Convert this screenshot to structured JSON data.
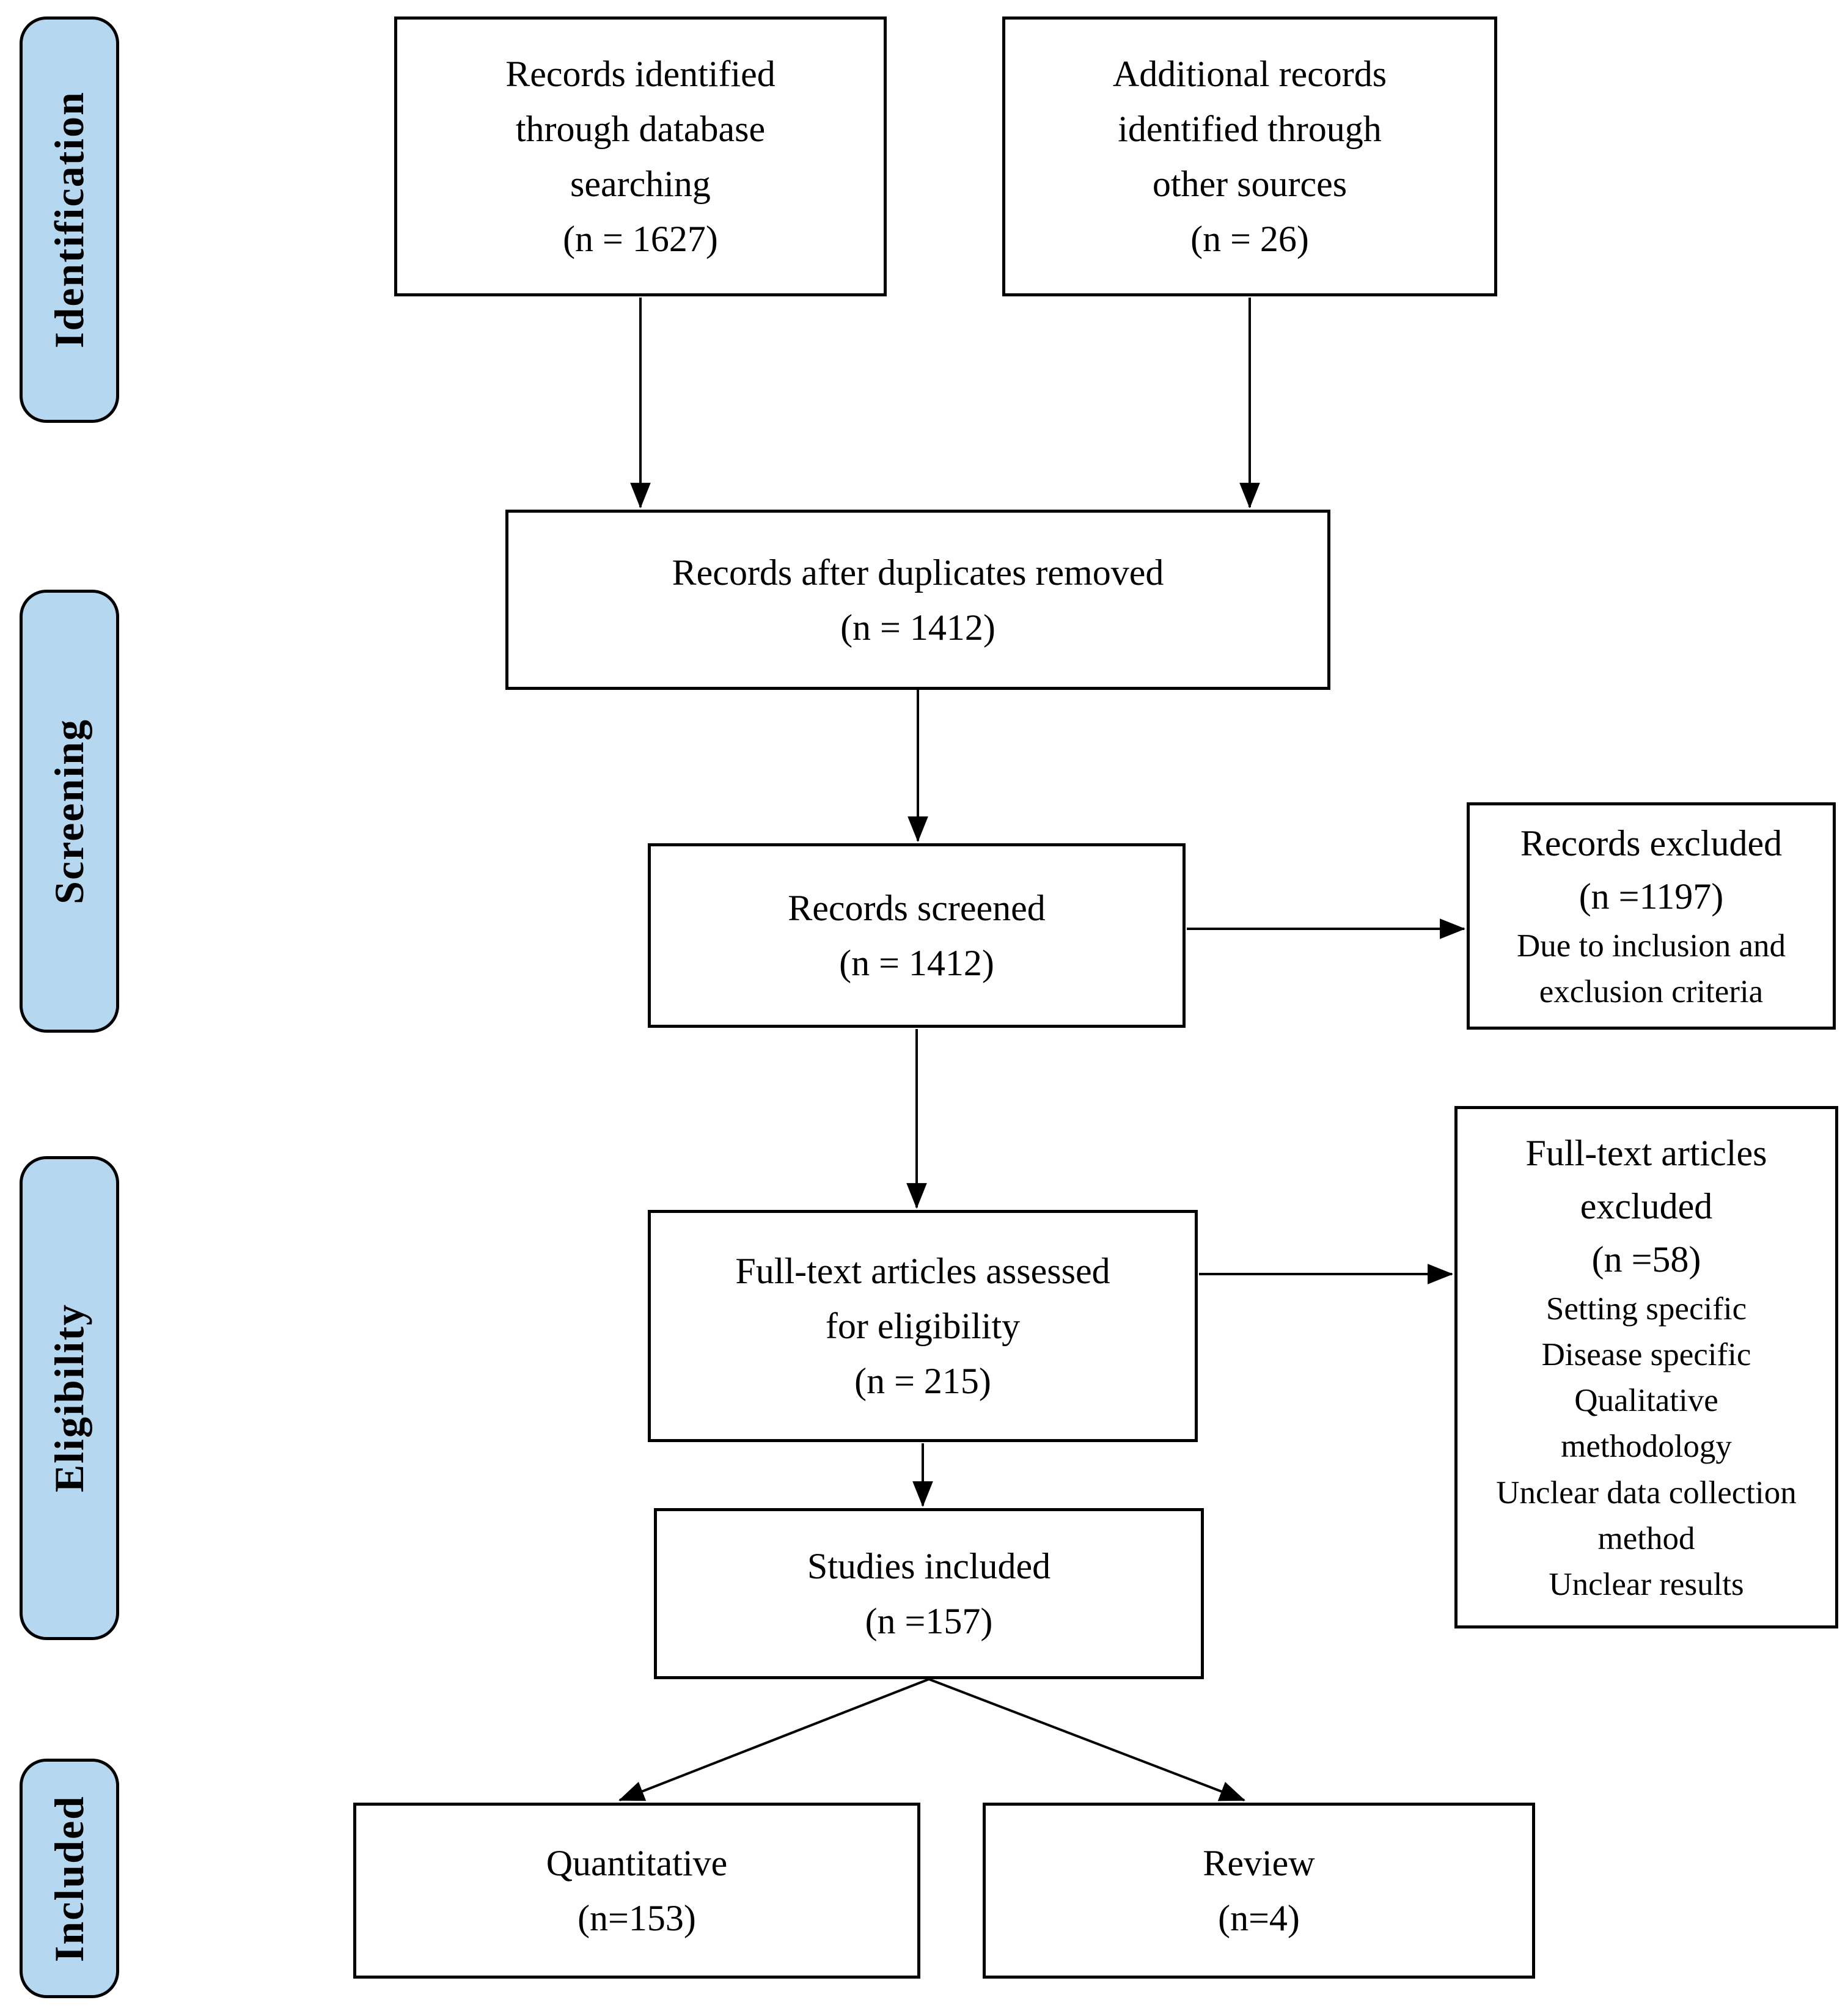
{
  "diagram": {
    "title": "PRISMA study selection flow diagram",
    "colors": {
      "stage_fill": "#B5D7EF",
      "stage_border": "#000000",
      "box_fill": "#FFFFFF",
      "box_border": "#000000",
      "text": "#000000"
    }
  },
  "stages": {
    "identification": "Identification",
    "screening": "Screening",
    "eligibility": "Eligibility",
    "included": "Included"
  },
  "boxes": {
    "records_identified": {
      "lines": [
        "Records identified",
        "through database",
        "searching",
        "(n = 1627)"
      ]
    },
    "additional_records": {
      "lines": [
        "Additional records",
        "identified through",
        "other sources",
        "(n = 26)"
      ]
    },
    "duplicates_removed": {
      "lines": [
        "Records after duplicates removed",
        "(n = 1412)"
      ]
    },
    "records_screened": {
      "lines": [
        "Records screened",
        "(n = 1412)"
      ]
    },
    "records_excluded": {
      "title_lines": [
        "Records excluded",
        "(n =1197)"
      ],
      "detail_lines": [
        "Due to inclusion and",
        "exclusion criteria"
      ]
    },
    "fulltext_assessed": {
      "lines": [
        "Full-text articles assessed",
        "for eligibility",
        "(n = 215)"
      ]
    },
    "fulltext_excluded": {
      "title_lines": [
        "Full-text articles",
        "excluded",
        "(n =58)"
      ],
      "detail_lines": [
        "Setting specific",
        "Disease specific",
        "Qualitative",
        "methodology",
        "Unclear data collection",
        "method",
        "Unclear results"
      ]
    },
    "studies_included": {
      "lines": [
        "Studies included",
        "(n =157)"
      ]
    },
    "quantitative": {
      "lines": [
        "Quantitative",
        "(n=153)"
      ]
    },
    "review": {
      "lines": [
        "Review",
        "(n=4)"
      ]
    }
  }
}
